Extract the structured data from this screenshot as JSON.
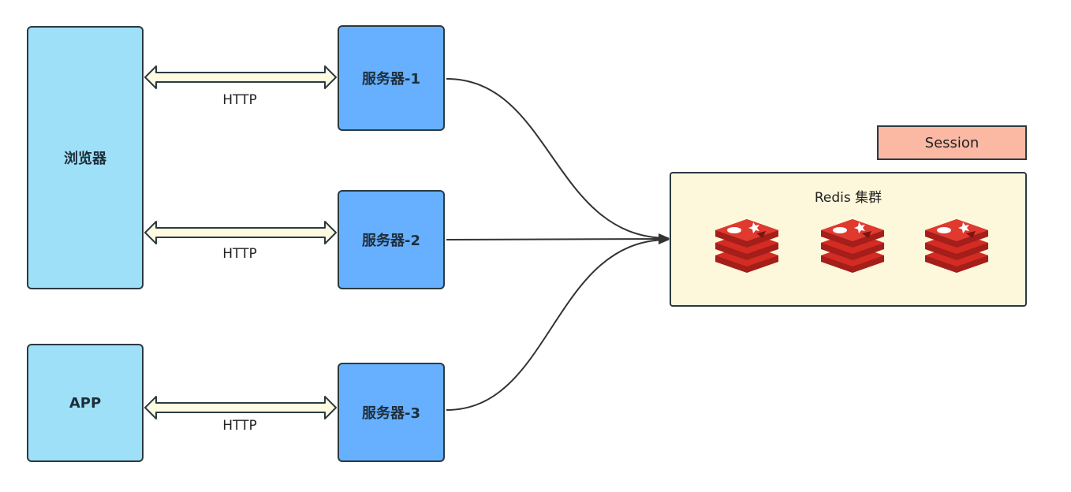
{
  "clients": {
    "browser": "浏览器",
    "app": "APP"
  },
  "servers": {
    "server1": "服务器-1",
    "server2": "服务器-2",
    "server3": "服务器-3"
  },
  "connections": {
    "http1": "HTTP",
    "http2": "HTTP",
    "http3": "HTTP"
  },
  "redis": {
    "cluster_label": "Redis 集群",
    "session_label": "Session",
    "logo_count": 3
  },
  "colors": {
    "client_fill": "#9de0f7",
    "server_fill": "#66b0ff",
    "cluster_fill": "#fdf7dc",
    "session_fill": "#fbb9a4",
    "redis_red": "#d42b22"
  }
}
